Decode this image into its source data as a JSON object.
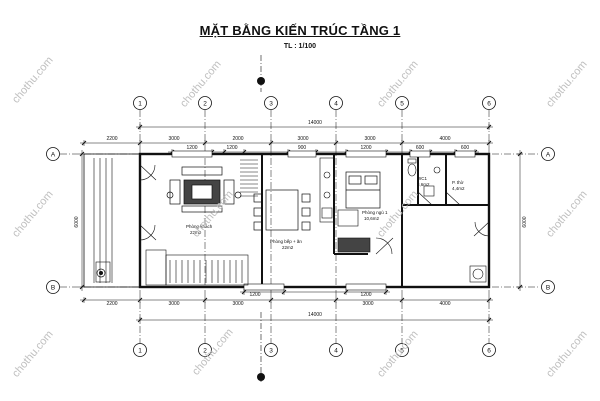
{
  "title": "MẶT BẰNG KIẾN TRÚC TẦNG 1",
  "scale": "TL : 1/100",
  "watermark": "chothu.com",
  "grid_columns": [
    "1",
    "2",
    "3",
    "4",
    "5",
    "6"
  ],
  "grid_rows": [
    "A",
    "B"
  ],
  "dims_top": {
    "total": "14000",
    "outer_segments": [
      "2200",
      "3000",
      "2000",
      "3000",
      "3000",
      "4000"
    ],
    "inner_segments": [
      "1200",
      "1200",
      "900",
      "1200",
      "600",
      "600"
    ]
  },
  "dims_bottom": {
    "total": "14000",
    "outer_segments": [
      "2200",
      "3000",
      "3000",
      "3000",
      "4000"
    ],
    "inner_segments": [
      "1200",
      "1200"
    ]
  },
  "dims_side": {
    "left": "6000",
    "right": "6000"
  },
  "rooms": {
    "living": {
      "name": "Phòng khách",
      "area": "22m2"
    },
    "dining": {
      "name": "Phòng bếp + ăn",
      "area": "22m2"
    },
    "bedroom": {
      "name": "Phòng ngủ 1",
      "area": "10,6m2"
    },
    "wc": {
      "name": "WC1",
      "area": "3,6m2"
    },
    "storage": {
      "name": "P. thờ",
      "area": "4,4m2"
    }
  },
  "colors": {
    "line": "#111111",
    "wall": "#1a1a1a",
    "watermark": "#bfbfbf"
  }
}
